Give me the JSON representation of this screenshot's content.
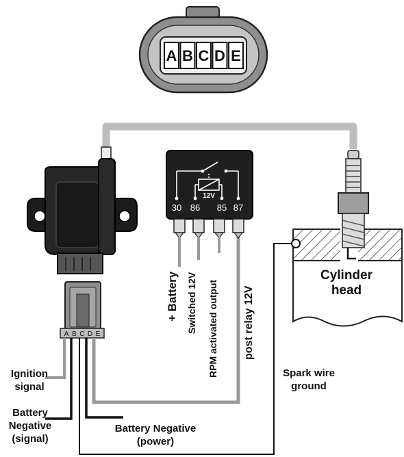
{
  "connector_pins": [
    "A",
    "B",
    "C",
    "D",
    "E"
  ],
  "coil_pins": [
    "A",
    "B",
    "C",
    "D",
    "E"
  ],
  "relay": {
    "pins": [
      "30",
      "86",
      "85",
      "87"
    ],
    "voltage": "12V"
  },
  "relay_wire_labels": {
    "battery": "+ Battery",
    "switched": "Switched 12V",
    "rpm": "RPM activated output",
    "post_relay": "post relay 12V"
  },
  "cylinder_head": [
    "Cylinder",
    "head"
  ],
  "spark_ground": [
    "Spark wire",
    "ground"
  ],
  "left_labels": {
    "ignition": [
      "Ignition",
      "signal"
    ],
    "neg_signal": [
      "Battery",
      "Negative",
      "(signal)"
    ]
  },
  "bottom_label": [
    "Battery Negative",
    "(power)"
  ],
  "colors": {
    "coil_body": "#1c1c1c",
    "wire_gray": "#9a9a9a",
    "relay_body": "#1f1f1f",
    "connector_gray": "#8e8e8e"
  }
}
